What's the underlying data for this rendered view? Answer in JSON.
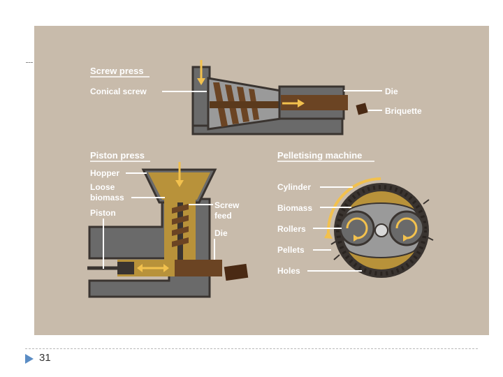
{
  "slide": {
    "page_number": "31"
  },
  "diagram": {
    "colors": {
      "panel_bg": "#c8bbab",
      "label_text": "#ffffff",
      "gray_machine": "#6a6a6a",
      "dark_outline": "#3a3430",
      "biomass_gold": "#b8923a",
      "screw_brown": "#6b4423",
      "arrow_yellow": "#f2c14e",
      "briquette_brown": "#4a2a14",
      "footer_arrow": "#5a8cc4"
    },
    "screw_press": {
      "title": "Screw press",
      "labels": {
        "conical_screw": "Conical screw",
        "die": "Die",
        "briquette": "Briquette"
      }
    },
    "piston_press": {
      "title": "Piston press",
      "labels": {
        "hopper": "Hopper",
        "loose_biomass_line1": "Loose",
        "loose_biomass_line2": "biomass",
        "piston": "Piston",
        "screw_feed_line1": "Screw",
        "screw_feed_line2": "feed",
        "die": "Die"
      }
    },
    "pelletising_machine": {
      "title": "Pelletising machine",
      "labels": {
        "cylinder": "Cylinder",
        "biomass": "Biomass",
        "rollers": "Rollers",
        "pellets": "Pellets",
        "holes": "Holes"
      }
    }
  }
}
